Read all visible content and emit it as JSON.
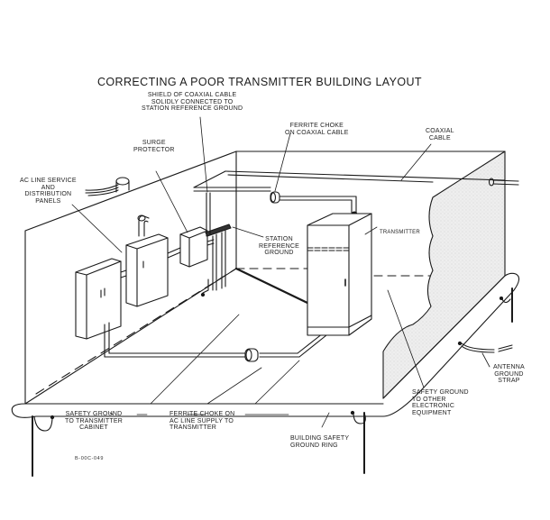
{
  "diagram": {
    "title": "CORRECTING A POOR TRANSMITTER BUILDING LAYOUT",
    "drawing_code": "B-00C-049",
    "labels": {
      "shield": "SHIELD OF COAXIAL CABLE\nSOLIDLY CONNECTED TO\nSTATION REFERENCE GROUND",
      "ferrite_coax": "FERRITE CHOKE\nON COAXIAL CABLE",
      "coaxial_cable": "COAXIAL\nCABLE",
      "surge_protector": "SURGE\nPROTECTOR",
      "ac_line": "AC LINE SERVICE\nAND\nDISTRIBUTION\nPANELS",
      "station_ref_ground": "STATION\nREFERENCE\nGROUND",
      "transmitter": "TRANSMITTER",
      "antenna_ground_strap": "ANTENNA\nGROUND\nSTRAP",
      "safety_ground_other": "SAFETY GROUND\nTO OTHER\nELECTRONIC\nEQUIPMENT",
      "safety_ground_cabinet": "SAFETY GROUND\nTO TRANSMITTER\nCABINET",
      "ferrite_ac": "FERRITE CHOKE ON\nAC LINE SUPPLY TO\nTRANSMITTER",
      "building_ring": "BUILDING SAFETY\nGROUND RING"
    },
    "colors": {
      "ink": "#1a1a1a",
      "wall_shade": "#e9e9e9",
      "background": "#ffffff"
    }
  }
}
